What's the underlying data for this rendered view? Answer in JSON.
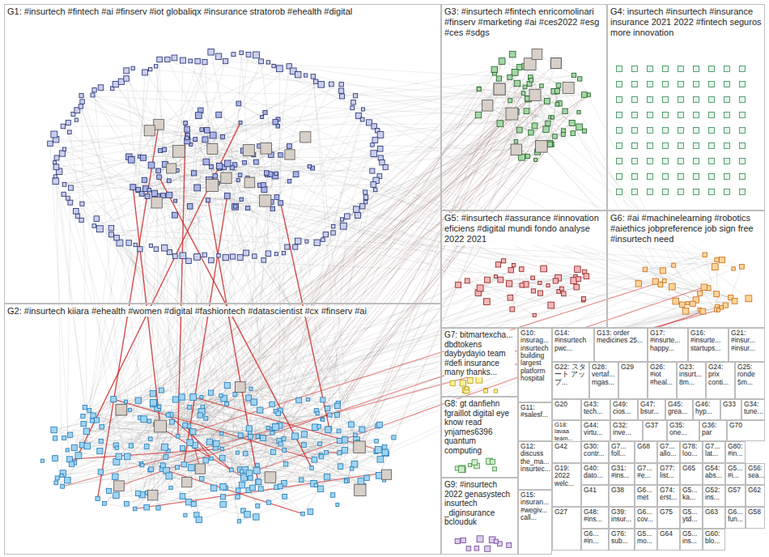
{
  "diagram": {
    "nodes": [
      {
        "text": [
          "G1: #insurtech #fintech #ai #finserv #iot globaliqx #insurance stratorob #ehealth #digital"
        ]
      },
      {
        "text": [
          "G3: #insurtech #fintech enricomolinari #finserv #marketing #ai #ces2022 #esg #ces #sdgs"
        ]
      },
      {
        "text": [
          "G4: insurtech #insurtech #insurance insurance 2021 2022 #fintech seguros more innovation"
        ]
      },
      {
        "text": [
          "G5: #insurtech #assurance #innovation eficiens #digital mundi fondo analyse 2022 2021"
        ]
      },
      {
        "text": [
          "G6: #ai #machinelearning #robotics #aiethics jobpreference job sign free #insurtech need"
        ]
      },
      {
        "text": [
          "G2: #insurtech kiiara #ehealth #women #digital #fashiontech #datascientist #cx #finserv #ai"
        ]
      },
      {
        "text": [
          "G7: bitmartexcha... dbdtokens daybydayio team #defi insurance many thanks..."
        ]
      },
      {
        "text": [
          "G10: insurag... insurtech building largest platform hospital"
        ]
      },
      {
        "text": [
          "G14: #insurtech pwc..."
        ]
      },
      {
        "text": [
          "G13: order medicines 25..."
        ]
      },
      {
        "text": [
          "G17: #insurte... happy..."
        ]
      },
      {
        "text": [
          "G16: #insurte... startups..."
        ]
      },
      {
        "text": [
          "G21: #insur... #insur..."
        ]
      },
      {
        "text": [
          "G22: スタート アップ..."
        ]
      },
      {
        "text": [
          "G28: vertaf... mgas..."
        ]
      },
      {
        "text": [
          "G29"
        ]
      },
      {
        "text": [
          "G26: #iot #heal..."
        ]
      },
      {
        "text": [
          "G23: insurt... 8m..."
        ]
      },
      {
        "text": [
          "G24: prix conti..."
        ]
      },
      {
        "text": [
          "G25: ronde 5m..."
        ]
      },
      {
        "text": [
          "G8: gt danfiehn fgraillot digital eye know read ynjames6396 quantum computing"
        ]
      },
      {
        "text": [
          "G20"
        ]
      },
      {
        "text": [
          "G43: tech..."
        ]
      },
      {
        "text": [
          "G49: cios..."
        ]
      },
      {
        "text": [
          "G47: bsur..."
        ]
      },
      {
        "text": [
          "G45: grea..."
        ]
      },
      {
        "text": [
          "G46: hyp..."
        ]
      },
      {
        "text": [
          "G33"
        ]
      },
      {
        "text": [
          "G34: tune..."
        ]
      },
      {
        "text": [
          "G11: #salesf..."
        ]
      },
      {
        "text": [
          "G18: lavaa team..."
        ]
      },
      {
        "text": [
          "G44: virtu..."
        ]
      },
      {
        "text": [
          "G32: inve..."
        ]
      },
      {
        "text": [
          "G37"
        ]
      },
      {
        "text": [
          "G35: one..."
        ]
      },
      {
        "text": [
          "G36: par"
        ]
      },
      {
        "text": [
          "G70"
        ]
      },
      {
        "text": [
          "G12: discuss the_ma... insurtec..."
        ]
      },
      {
        "text": [
          "G42"
        ]
      },
      {
        "text": [
          "G30: contr..."
        ]
      },
      {
        "text": [
          "G7... foll..."
        ]
      },
      {
        "text": [
          "G68"
        ]
      },
      {
        "text": [
          "G7... allo..."
        ]
      },
      {
        "text": [
          "G78: loo..."
        ]
      },
      {
        "text": [
          "G7... lat..."
        ]
      },
      {
        "text": [
          "G80: #in..."
        ]
      },
      {
        "text": [
          "G19: 2022 welc..."
        ]
      },
      {
        "text": [
          "G40: dato..."
        ]
      },
      {
        "text": [
          "G31: #ins..."
        ]
      },
      {
        "text": [
          "G7... #e..."
        ]
      },
      {
        "text": [
          "G77: list..."
        ]
      },
      {
        "text": [
          "G65"
        ]
      },
      {
        "text": [
          "G54: abs..."
        ]
      },
      {
        "text": [
          "G5... #i..."
        ]
      },
      {
        "text": [
          "G56: sea..."
        ]
      },
      {
        "text": [
          "G9: #insurtech 2022 genasystech insurtech _diginsurance bclouduk"
        ]
      },
      {
        "text": [
          "G41"
        ]
      },
      {
        "text": [
          "G38"
        ]
      },
      {
        "text": [
          "G6... met"
        ]
      },
      {
        "text": [
          "G74: erst..."
        ]
      },
      {
        "text": [
          "G5... ka..."
        ]
      },
      {
        "text": [
          "G52: ins..."
        ]
      },
      {
        "text": [
          "G57"
        ]
      },
      {
        "text": [
          "G62"
        ]
      },
      {
        "text": [
          "G15: insuran... #wegiv... call..."
        ]
      },
      {
        "text": [
          "G27"
        ]
      },
      {
        "text": [
          "G48: #ins..."
        ]
      },
      {
        "text": [
          "G39: insur..."
        ]
      },
      {
        "text": [
          "G6... cov..."
        ]
      },
      {
        "text": [
          "G75"
        ]
      },
      {
        "text": [
          "G5... ytd..."
        ]
      },
      {
        "text": [
          "G63"
        ]
      },
      {
        "text": [
          "G6... fun..."
        ]
      },
      {
        "text": [
          "G58"
        ]
      },
      {
        "text": [
          "G6... #in..."
        ]
      },
      {
        "text": [
          "G76: sub..."
        ]
      },
      {
        "text": [
          "G5... mo..."
        ]
      },
      {
        "text": [
          "G64"
        ]
      },
      {
        "text": [
          "G5... ins..."
        ]
      },
      {
        "text": [
          "G60: blo..."
        ]
      }
    ]
  }
}
